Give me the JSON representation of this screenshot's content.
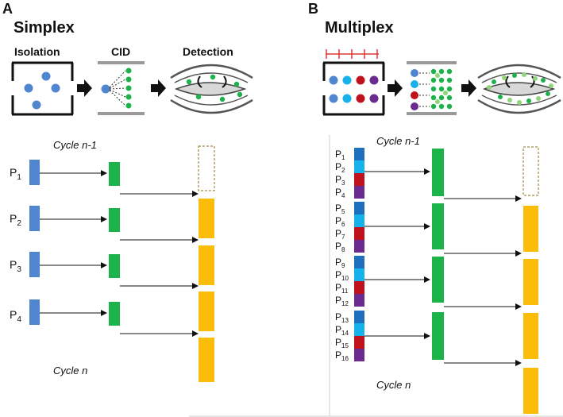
{
  "panels": {
    "A": {
      "letter": "A",
      "title": "Simplex"
    },
    "B": {
      "letter": "B",
      "title": "Multiplex"
    }
  },
  "steps": {
    "isolation": "Isolation",
    "cid": "CID",
    "detection": "Detection"
  },
  "cycles": {
    "previous": "Cycle n-1",
    "current": "Cycle n"
  },
  "simplex_precursors": [
    {
      "base": "P",
      "sub": "1"
    },
    {
      "base": "P",
      "sub": "2"
    },
    {
      "base": "P",
      "sub": "3"
    },
    {
      "base": "P",
      "sub": "4"
    }
  ],
  "multiplex_precursors": [
    {
      "base": "P",
      "sub": "1"
    },
    {
      "base": "P",
      "sub": "2"
    },
    {
      "base": "P",
      "sub": "3"
    },
    {
      "base": "P",
      "sub": "4"
    },
    {
      "base": "P",
      "sub": "5"
    },
    {
      "base": "P",
      "sub": "6"
    },
    {
      "base": "P",
      "sub": "7"
    },
    {
      "base": "P",
      "sub": "8"
    },
    {
      "base": "P",
      "sub": "9"
    },
    {
      "base": "P",
      "sub": "10"
    },
    {
      "base": "P",
      "sub": "11"
    },
    {
      "base": "P",
      "sub": "12"
    },
    {
      "base": "P",
      "sub": "13"
    },
    {
      "base": "P",
      "sub": "14"
    },
    {
      "base": "P",
      "sub": "15"
    },
    {
      "base": "P",
      "sub": "16"
    }
  ],
  "colors": {
    "precursor_blue": "#4f86cf",
    "multiplex_ion_colors": [
      "#1f6fbf",
      "#17b2ea",
      "#c0121b",
      "#6b2a8e"
    ],
    "fragment_green": "#1db34b",
    "fragment_light_green": "#8fd67a",
    "detection_yellow": "#fbbd0a",
    "empty_box": "#a38a4a",
    "trap_red": "#d93a3a",
    "trap_gray": "#9a9a9a",
    "frame": "#111111"
  },
  "icons": {
    "ion_trap": "ion-trap-icon",
    "collision_cell": "collision-cell-icon",
    "orbitrap": "orbitrap-icon",
    "arrow": "arrow-right-icon",
    "ion_stacking_bar": "ion-stacking-bar-icon"
  }
}
